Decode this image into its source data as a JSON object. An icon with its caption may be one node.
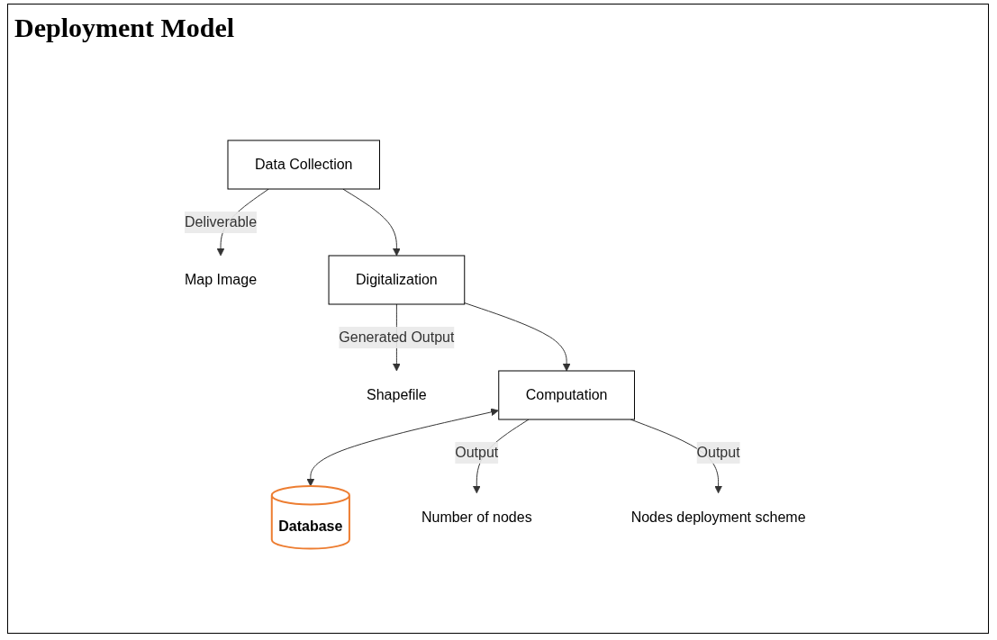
{
  "diagram": {
    "title": "Deployment Model",
    "nodes": [
      {
        "text": [
          "Data Collection"
        ]
      },
      {
        "text": [
          "Map Image"
        ]
      },
      {
        "text": [
          "Digitalization"
        ]
      },
      {
        "text": [
          "Shapefile"
        ]
      },
      {
        "text": [
          "Computation"
        ]
      },
      {
        "text": [
          "Database"
        ]
      },
      {
        "text": [
          "Number of nodes"
        ]
      },
      {
        "text": [
          "Nodes deployment scheme"
        ]
      }
    ],
    "edges": [
      {
        "from": 0,
        "to": 1,
        "arrow": "to",
        "label": "Deliverable"
      },
      {
        "from": 0,
        "to": 2,
        "arrow": "to"
      },
      {
        "from": 2,
        "to": 3,
        "arrow": "to",
        "label": "Generated Output"
      },
      {
        "from": 2,
        "to": 4,
        "arrow": "to"
      },
      {
        "from": 4,
        "to": 5,
        "arrow": "both"
      },
      {
        "from": 4,
        "to": 6,
        "arrow": "to",
        "label": "Output"
      },
      {
        "from": 4,
        "to": 7,
        "arrow": "to",
        "label": "Output"
      }
    ]
  }
}
